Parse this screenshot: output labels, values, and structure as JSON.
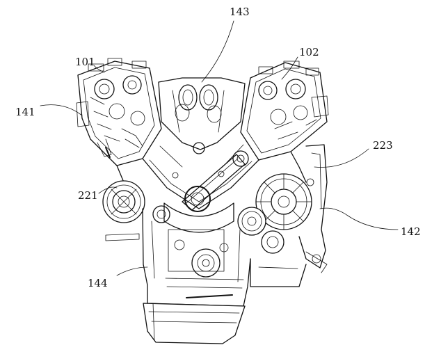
{
  "figure": {
    "type": "patent engine cross-section line drawing",
    "reference_labels": {
      "head_left": "101",
      "head_right": "102",
      "intake": "143",
      "left_side": "141",
      "gear_top": "223",
      "pulley_left": "221",
      "gear_right": "142",
      "oil_pan": "144"
    }
  }
}
